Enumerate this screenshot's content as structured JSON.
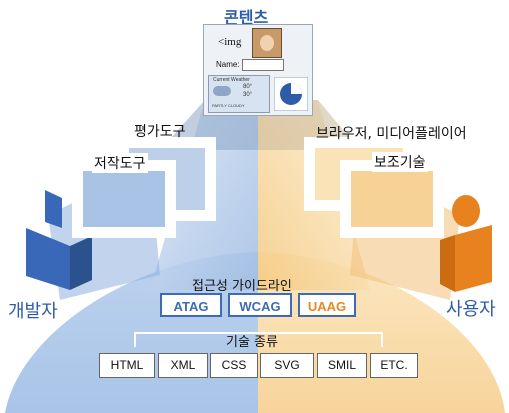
{
  "title": "콘텐츠",
  "content_image": {
    "img_tag": "<img",
    "name_label": "Name:",
    "weather_title": "Current Weather",
    "weather_temp_hi": "80°",
    "weather_temp_lo": "30°",
    "weather_caption": "PARTLY CLOUDY"
  },
  "labels": {
    "evaluation_tools": "평가도구",
    "authoring_tools": "저작도구",
    "browsers_players": "브라우저, 미디어플레이어",
    "assistive_tech": "보조기술",
    "developer": "개발자",
    "user": "사용자",
    "guidelines_title": "접근성 가이드라인",
    "tech_title": "기술 종류"
  },
  "guidelines": [
    {
      "label": "ATAG",
      "color": "#3e6bb5"
    },
    {
      "label": "WCAG",
      "color": "#3e6bb5"
    },
    {
      "label": "UAAG",
      "color": "#e8891f"
    }
  ],
  "technologies": [
    "HTML",
    "XML",
    "CSS",
    "SVG",
    "SMIL",
    "ETC."
  ],
  "colors": {
    "developer_blue": "#3a68b8",
    "user_orange": "#e8821e",
    "title_blue": "#2f5ca8"
  }
}
